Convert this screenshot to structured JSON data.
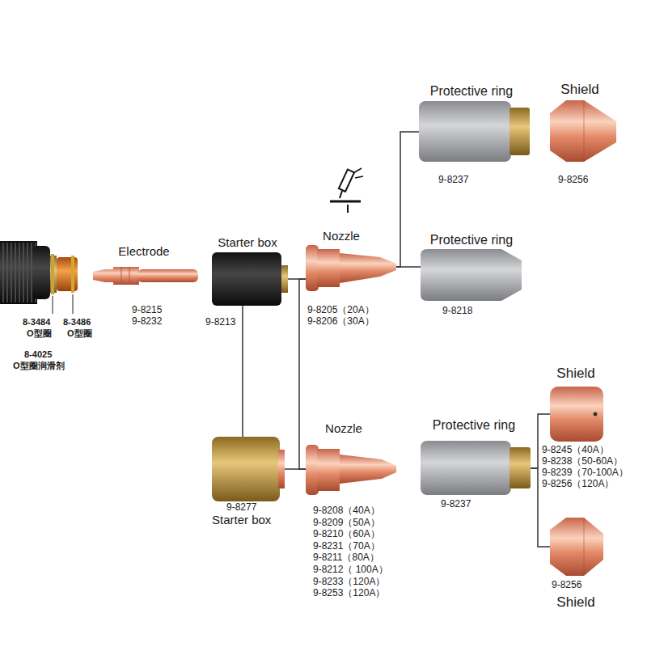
{
  "diagram": {
    "nodes": [
      {
        "text": [
          "Electrode",
          "9-8215",
          "9-8232"
        ]
      },
      {
        "text": [
          "Starter box",
          "9-8213"
        ]
      },
      {
        "text": [
          "Nozzle",
          "9-8205（20A）",
          "9-8206（30A）"
        ]
      },
      {
        "text": [
          "Protective ring",
          "9-8237"
        ]
      },
      {
        "text": [
          "Shield",
          "9-8256"
        ]
      },
      {
        "text": [
          "Protective ring",
          "9-8218"
        ]
      },
      {
        "text": [
          "9-8277",
          "Starter box"
        ]
      },
      {
        "text": [
          "Nozzle",
          "9-8208（40A）",
          "9-8209（50A）",
          "9-8210（60A）",
          "9-8231（70A）",
          "9-8211（80A）",
          "9-8212（ 100A）",
          "9-8233（120A）",
          "9-8253（120A）"
        ]
      },
      {
        "text": [
          "Protective ring",
          "9-8237"
        ]
      },
      {
        "text": [
          "Shield",
          "9-8245（40A）",
          "9-8238（50-60A）",
          "9-8239（70-100A）",
          "9-8256（120A）"
        ]
      },
      {
        "text": [
          "9-8256",
          "Shield"
        ]
      }
    ],
    "edges": [
      {
        "from": 1,
        "to": 6,
        "arrow": "none"
      },
      {
        "from": 1,
        "to": 2,
        "arrow": "none"
      },
      {
        "from": 6,
        "to": 7,
        "arrow": "none"
      },
      {
        "from": 2,
        "to": 7,
        "arrow": "none"
      },
      {
        "from": 2,
        "to": 3,
        "arrow": "none"
      },
      {
        "from": 2,
        "to": 5,
        "arrow": "none"
      },
      {
        "from": 8,
        "to": 9,
        "arrow": "none"
      },
      {
        "from": 8,
        "to": 10,
        "arrow": "none"
      }
    ],
    "labels": [
      "8-3484",
      "O型圈",
      "8-3486",
      "O型圈",
      "8-4025",
      "O型圈润滑剂"
    ]
  }
}
